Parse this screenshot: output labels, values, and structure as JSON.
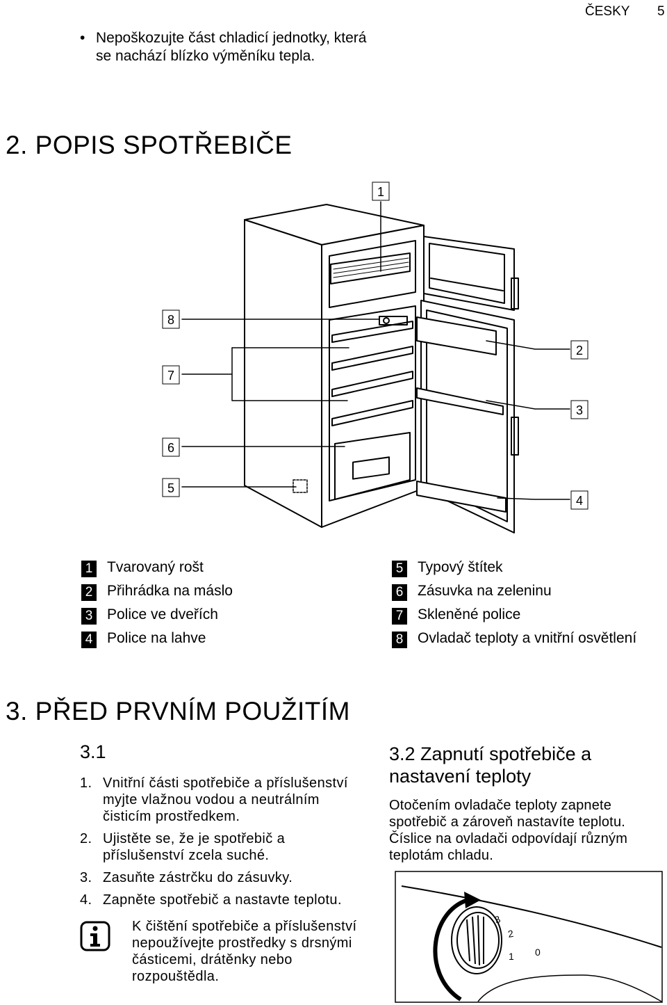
{
  "header": {
    "language": "ČESKY",
    "page_number": "5"
  },
  "intro_bullet": "Nepoškozujte část chladicí jednotky, která se nachází blízko výměníku tepla.",
  "section2": {
    "title": "2. POPIS SPOTŘEBIČE",
    "callouts": [
      "1",
      "2",
      "3",
      "4",
      "5",
      "6",
      "7",
      "8"
    ],
    "legend": [
      {
        "num": "1",
        "label": "Tvarovaný rošt"
      },
      {
        "num": "2",
        "label": "Přihrádka na máslo"
      },
      {
        "num": "3",
        "label": "Police ve dveřích"
      },
      {
        "num": "4",
        "label": "Police na lahve"
      },
      {
        "num": "5",
        "label": "Typový štítek"
      },
      {
        "num": "6",
        "label": "Zásuvka na zeleninu"
      },
      {
        "num": "7",
        "label": "Skleněné police"
      },
      {
        "num": "8",
        "label": "Ovladač teploty a vnitřní osvětlení"
      }
    ]
  },
  "section3": {
    "title": "3. PŘED PRVNÍM POUŽITÍM",
    "sub1": {
      "title": "3.1",
      "steps": [
        {
          "n": "1.",
          "text": "Vnitřní části spotřebiče a příslušenství myjte vlažnou vodou a neutrálním čisticím prostředkem."
        },
        {
          "n": "2.",
          "text": "Ujistěte se, že je spotřebič a příslušenství zcela suché."
        },
        {
          "n": "3.",
          "text": "Zasuňte zástrčku do zásuvky."
        },
        {
          "n": "4.",
          "text": "Zapněte spotřebič a nastavte teplotu."
        }
      ],
      "info_icon": "info-icon",
      "note": "K čištění spotřebiče a příslušenství nepoužívejte prostředky s drsnými částicemi, drátěnky nebo rozpouštědla."
    },
    "sub2": {
      "title": "3.2 Zapnutí spotřebiče a nastavení teploty",
      "text": "Otočením ovladače teploty zapnete spotřebič a zároveň nastavíte teplotu. Číslice na ovladači odpovídají různým teplotám chladu.",
      "dial_labels": [
        "3",
        "2",
        "1",
        "0"
      ]
    }
  }
}
